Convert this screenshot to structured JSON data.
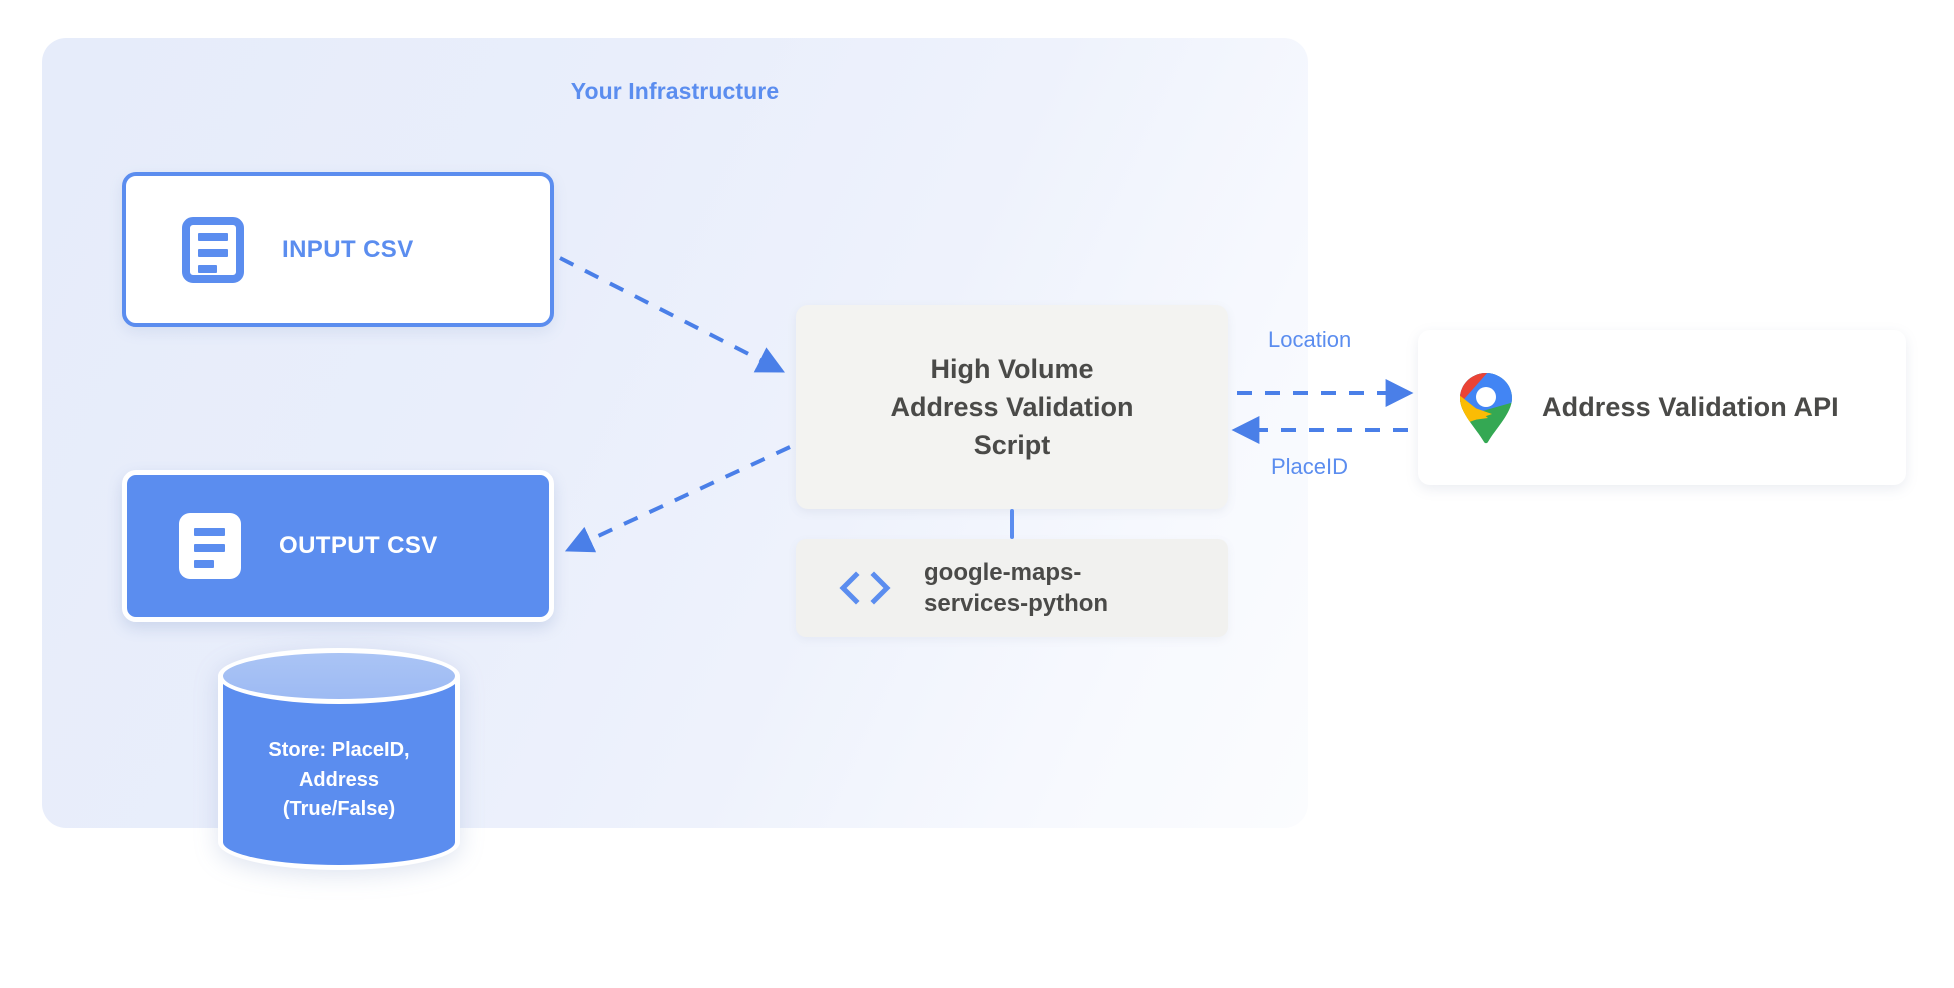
{
  "diagram": {
    "title": "Your Infrastructure",
    "panel_color": "#e9eefb",
    "accent_color": "#5b8def",
    "text_color": "#4a4a48"
  },
  "nodes": {
    "input_csv": {
      "label": "INPUT CSV",
      "icon": "document-icon"
    },
    "output_csv": {
      "label": "OUTPUT CSV",
      "icon": "document-icon"
    },
    "script": {
      "line1": "High Volume",
      "line2": "Address Validation",
      "line3": "Script"
    },
    "library": {
      "line1": "google-maps-",
      "line2": "services-python",
      "icon": "code-icon"
    },
    "api": {
      "label": "Address Validation API",
      "icon": "google-maps-pin-icon"
    },
    "database": {
      "line1": "Store: PlaceID,",
      "line2": "Address",
      "line3": "(True/False)"
    }
  },
  "edges": {
    "location": "Location",
    "placeid": "PlaceID"
  }
}
